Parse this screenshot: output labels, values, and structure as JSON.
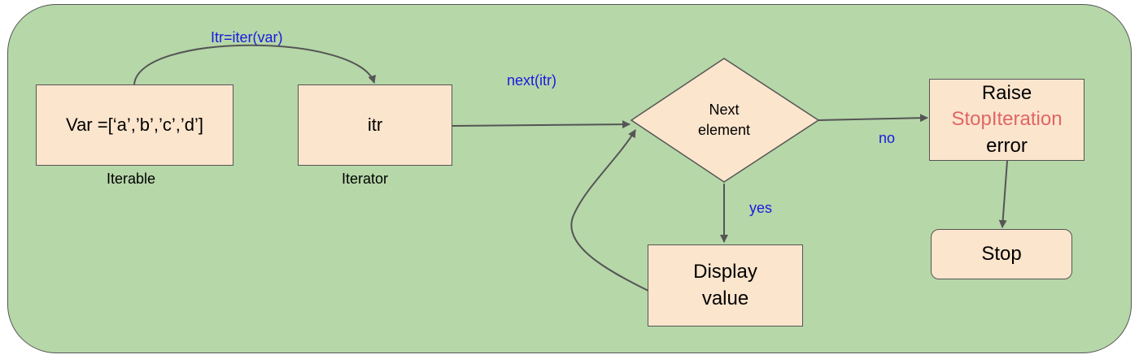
{
  "iterable": {
    "code": "Var =[‘a’,’b’,’c’,’d’]",
    "caption": "Iterable"
  },
  "iterator": {
    "code": "itr",
    "caption": "Iterator"
  },
  "edges": {
    "iter_call": "Itr=iter(var)",
    "next_call": "next(itr)",
    "yes": "yes",
    "no": "no"
  },
  "decision": {
    "line1": "Next",
    "line2": "element"
  },
  "display": {
    "line1": "Display",
    "line2": "value"
  },
  "raise": {
    "line1": "Raise",
    "line2": "StopIteration",
    "line3": "error"
  },
  "stop": {
    "label": "Stop"
  },
  "colors": {
    "background": "#b6d7a8",
    "box_fill": "#fce5cd",
    "edge_label": "#1a1ae0",
    "error_text": "#e06666"
  }
}
